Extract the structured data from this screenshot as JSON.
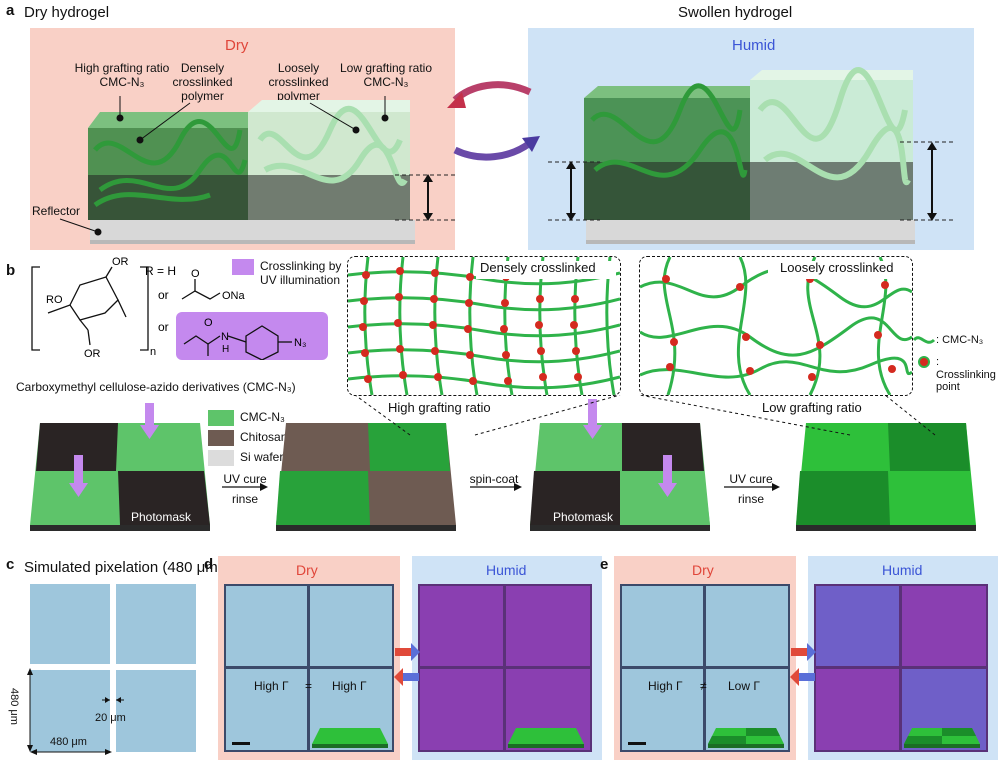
{
  "panel_a": {
    "letter": "a",
    "left_title": "Dry hydrogel",
    "right_title": "Swollen hydrogel",
    "dry_label": "Dry",
    "humid_label": "Humid",
    "high_grafting": "High grafting ratio CMC-N₃",
    "densely": "Densely crosslinked polymer",
    "loosely": "Loosely crosslinked polymer",
    "low_grafting": "Low grafting ratio CMC-N₃",
    "reflector": "Reflector"
  },
  "panel_b": {
    "letter": "b",
    "r_eq": "R = H",
    "or1": "or",
    "or2": "or",
    "ona": "ONa",
    "n3": "N₃",
    "ro": "RO",
    "or_top": "OR",
    "or_bottom": "OR",
    "n_sub": "n",
    "nh": "H",
    "n_atom": "N",
    "o_atom": "O",
    "crosslink_legend": "Crosslinking by UV illumination",
    "cmc_caption": "Carboxymethyl cellulose-azido derivatives (CMC-N₃)",
    "legend_cmc": "CMC-N₃",
    "legend_chi": "Chitosan (CHI)",
    "legend_si": "Si wafer",
    "photomask1": "Photomask",
    "photomask2": "Photomask",
    "step1_top": "UV cure",
    "step1_bot": "rinse",
    "step2": "spin-coat",
    "step3_top": "UV cure",
    "step3_bot": "rinse",
    "dense_title": "Densely crosslinked",
    "loose_title": "Loosely crosslinked",
    "high_ratio": "High grafting ratio",
    "low_ratio": "Low grafting ratio",
    "leg_cmc": ": CMC-N₃",
    "leg_point": ": Crosslinking point"
  },
  "panel_c": {
    "letter": "c",
    "title": "Simulated pixelation (480 μm)",
    "dim_v": "480 μm",
    "dim_h": "480 μm",
    "gap": "20 μm"
  },
  "panel_d": {
    "letter": "d",
    "dry": "Dry",
    "humid": "Humid",
    "left_val": "High Γ",
    "rel": "=",
    "right_val": "High Γ"
  },
  "panel_e": {
    "letter": "e",
    "dry": "Dry",
    "humid": "Humid",
    "left_val": "High Γ",
    "rel": "≠",
    "right_val": "Low Γ"
  },
  "colors": {
    "dry_bg": "#f9d0c6",
    "humid_bg": "#cfe3f6",
    "dry_text": "#e0463a",
    "humid_text": "#3b55d6",
    "pixel_dry": "#9ec6dc",
    "pixel_humid": "#8a3fb1",
    "cmc_green": "#5ec46a",
    "chitosan": "#6e5b52",
    "uv_purple": "#c489ee",
    "crosslink_red": "#d42a1f"
  }
}
